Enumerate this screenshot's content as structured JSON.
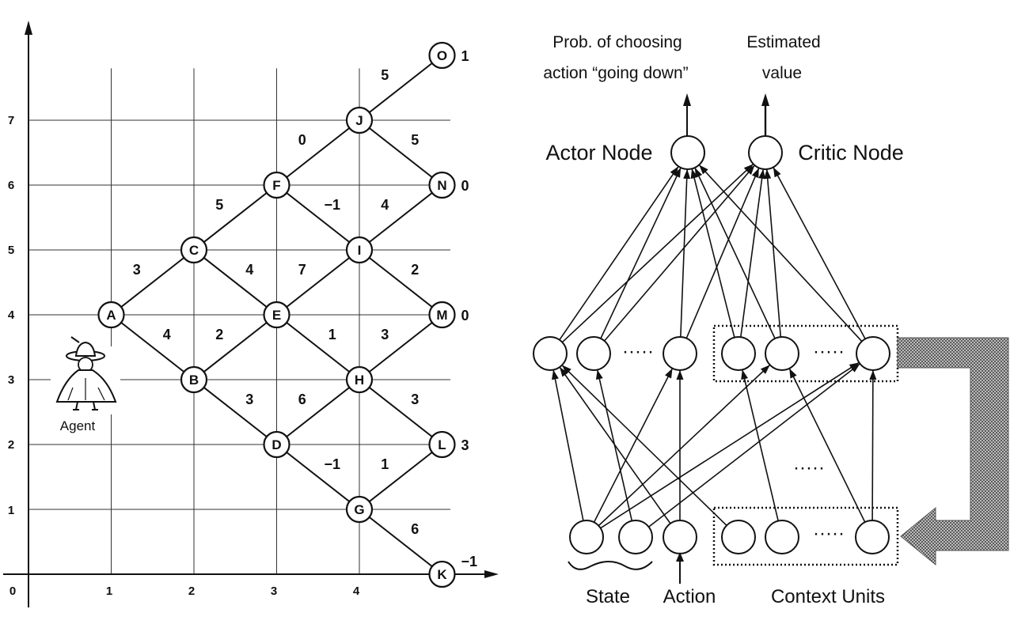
{
  "grid": {
    "x_ticks": [
      "0",
      "1",
      "2",
      "3",
      "4"
    ],
    "y_ticks": [
      "1",
      "2",
      "3",
      "4",
      "5",
      "6",
      "7"
    ]
  },
  "agent": {
    "label": "Agent",
    "icon": "agent-figure-icon"
  },
  "states": [
    {
      "id": "A",
      "x": 1,
      "y": 4
    },
    {
      "id": "B",
      "x": 2,
      "y": 3
    },
    {
      "id": "C",
      "x": 2,
      "y": 5
    },
    {
      "id": "D",
      "x": 3,
      "y": 2
    },
    {
      "id": "E",
      "x": 3,
      "y": 4
    },
    {
      "id": "F",
      "x": 3,
      "y": 6
    },
    {
      "id": "G",
      "x": 4,
      "y": 1
    },
    {
      "id": "H",
      "x": 4,
      "y": 3
    },
    {
      "id": "I",
      "x": 4,
      "y": 5
    },
    {
      "id": "J",
      "x": 4,
      "y": 7
    },
    {
      "id": "K",
      "x": 5,
      "y": 0
    },
    {
      "id": "L",
      "x": 5,
      "y": 2
    },
    {
      "id": "M",
      "x": 5,
      "y": 4
    },
    {
      "id": "N",
      "x": 5,
      "y": 6
    },
    {
      "id": "O",
      "x": 5,
      "y": 8
    }
  ],
  "edges": [
    {
      "from": "A",
      "to": "C",
      "w": "3"
    },
    {
      "from": "A",
      "to": "B",
      "w": "4"
    },
    {
      "from": "C",
      "to": "F",
      "w": "5"
    },
    {
      "from": "C",
      "to": "E",
      "w": "4"
    },
    {
      "from": "B",
      "to": "E",
      "w": "2"
    },
    {
      "from": "B",
      "to": "D",
      "w": "3"
    },
    {
      "from": "F",
      "to": "J",
      "w": "0"
    },
    {
      "from": "F",
      "to": "I",
      "w": "−1"
    },
    {
      "from": "E",
      "to": "I",
      "w": "7"
    },
    {
      "from": "E",
      "to": "H",
      "w": "1"
    },
    {
      "from": "D",
      "to": "H",
      "w": "6"
    },
    {
      "from": "D",
      "to": "G",
      "w": "−1"
    },
    {
      "from": "J",
      "to": "O",
      "w": "5"
    },
    {
      "from": "J",
      "to": "N",
      "w": "5"
    },
    {
      "from": "I",
      "to": "N",
      "w": "4"
    },
    {
      "from": "I",
      "to": "M",
      "w": "2"
    },
    {
      "from": "H",
      "to": "M",
      "w": "3"
    },
    {
      "from": "H",
      "to": "L",
      "w": "3"
    },
    {
      "from": "G",
      "to": "L",
      "w": "1"
    },
    {
      "from": "G",
      "to": "K",
      "w": "6"
    }
  ],
  "terminal_rewards": [
    {
      "id": "O",
      "value": "1"
    },
    {
      "id": "N",
      "value": "0"
    },
    {
      "id": "M",
      "value": "0"
    },
    {
      "id": "L",
      "value": "3"
    },
    {
      "id": "K",
      "value": "−1"
    }
  ],
  "network": {
    "actor_output_line1": "Prob. of choosing",
    "actor_output_line2": "action “going down”",
    "critic_output_line1": "Estimated",
    "critic_output_line2": "value",
    "actor_label": "Actor Node",
    "critic_label": "Critic Node",
    "state_label": "State",
    "action_label": "Action",
    "context_label": "Context  Units",
    "ellipsis": "·····"
  }
}
